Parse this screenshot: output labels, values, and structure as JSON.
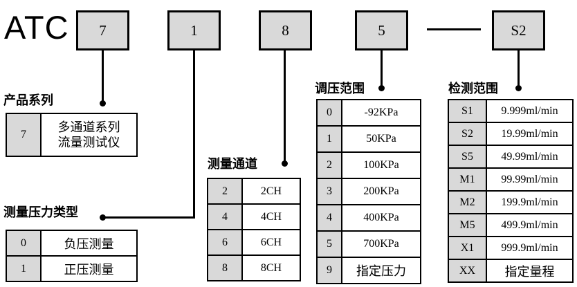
{
  "brand": "ATC",
  "code": {
    "boxes": [
      "7",
      "1",
      "8",
      "5",
      "S2"
    ],
    "separator": "—"
  },
  "colors": {
    "key_cell_background": "#d9d9d9",
    "border": "#000000",
    "background": "#ffffff"
  },
  "sections": [
    {
      "title": "产品系列",
      "rows": [
        {
          "key": "7",
          "value": "多通道系列\n流量测试仪"
        }
      ]
    },
    {
      "title": "测量压力类型",
      "rows": [
        {
          "key": "0",
          "value": "负压测量"
        },
        {
          "key": "1",
          "value": "正压测量"
        }
      ]
    },
    {
      "title": "测量通道",
      "rows": [
        {
          "key": "2",
          "value": "2CH"
        },
        {
          "key": "4",
          "value": "4CH"
        },
        {
          "key": "6",
          "value": "6CH"
        },
        {
          "key": "8",
          "value": "8CH"
        }
      ]
    },
    {
      "title": "调压范围",
      "rows": [
        {
          "key": "0",
          "value": "-92KPa"
        },
        {
          "key": "1",
          "value": "50KPa"
        },
        {
          "key": "2",
          "value": "100KPa"
        },
        {
          "key": "3",
          "value": "200KPa"
        },
        {
          "key": "4",
          "value": "400KPa"
        },
        {
          "key": "5",
          "value": "700KPa"
        },
        {
          "key": "9",
          "value": "指定压力"
        }
      ]
    },
    {
      "title": "检测范围",
      "rows": [
        {
          "key": "S1",
          "value": "9.999ml/min"
        },
        {
          "key": "S2",
          "value": "19.99ml/min"
        },
        {
          "key": "S5",
          "value": "49.99ml/min"
        },
        {
          "key": "M1",
          "value": "99.99ml/min"
        },
        {
          "key": "M2",
          "value": "199.9ml/min"
        },
        {
          "key": "M5",
          "value": "499.9ml/min"
        },
        {
          "key": "X1",
          "value": "999.9ml/min"
        },
        {
          "key": "XX",
          "value": "指定量程"
        }
      ]
    }
  ]
}
